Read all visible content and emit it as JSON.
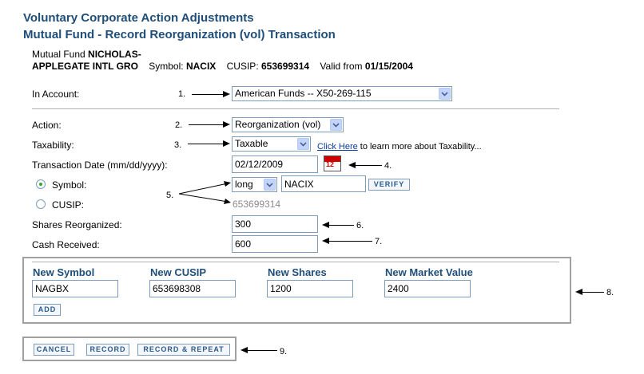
{
  "header": {
    "title": "Voluntary Corporate Action Adjustments",
    "subtitle": "Mutual Fund - Record Reorganization (vol) Transaction"
  },
  "fund_info": {
    "label_prefix": "Mutual Fund",
    "name_line1": "NICHOLAS-",
    "name_line2": "APPLEGATE INTL GRO",
    "symbol_label": "Symbol:",
    "symbol_value": "NACIX",
    "cusip_label": "CUSIP:",
    "cusip_value": "653699314",
    "valid_label": "Valid from",
    "valid_value": "01/15/2004"
  },
  "form": {
    "account_label": "In Account:",
    "account_value": "American Funds -- X50-269-115",
    "action_label": "Action:",
    "action_value": "Reorganization (vol)",
    "taxability_label": "Taxability:",
    "taxability_value": "Taxable",
    "taxability_link": "Click Here",
    "taxability_link_suffix": "to learn more about Taxability...",
    "date_label": "Transaction Date (mm/dd/yyyy):",
    "date_value": "02/12/2009",
    "calendar_icon_text": "12",
    "symbol_radio_label": "Symbol:",
    "position_value": "long",
    "symbol_value": "NACIX",
    "verify_label": "VERIFY",
    "cusip_radio_label": "CUSIP:",
    "cusip_value": "653699314",
    "shares_label": "Shares Reorganized:",
    "shares_value": "300",
    "cash_label": "Cash Received:",
    "cash_value": "600"
  },
  "new_security": {
    "symbol_header": "New Symbol",
    "cusip_header": "New CUSIP",
    "shares_header": "New Shares",
    "market_value_header": "New Market Value",
    "symbol_value": "NAGBX",
    "cusip_value": "653698308",
    "shares_value": "1200",
    "market_value_value": "2400",
    "add_label": "ADD"
  },
  "actions": {
    "cancel_label": "CANCEL",
    "record_label": "RECORD",
    "record_repeat_label": "RECORD & REPEAT"
  },
  "callouts": [
    "1.",
    "2.",
    "3.",
    "4.",
    "5.",
    "6.",
    "7.",
    "8.",
    "9."
  ],
  "colors": {
    "title": "#1f4e79",
    "button_text": "#2a5a8c",
    "border": "#7f9db9",
    "radio_selected": "#2eab2e"
  }
}
